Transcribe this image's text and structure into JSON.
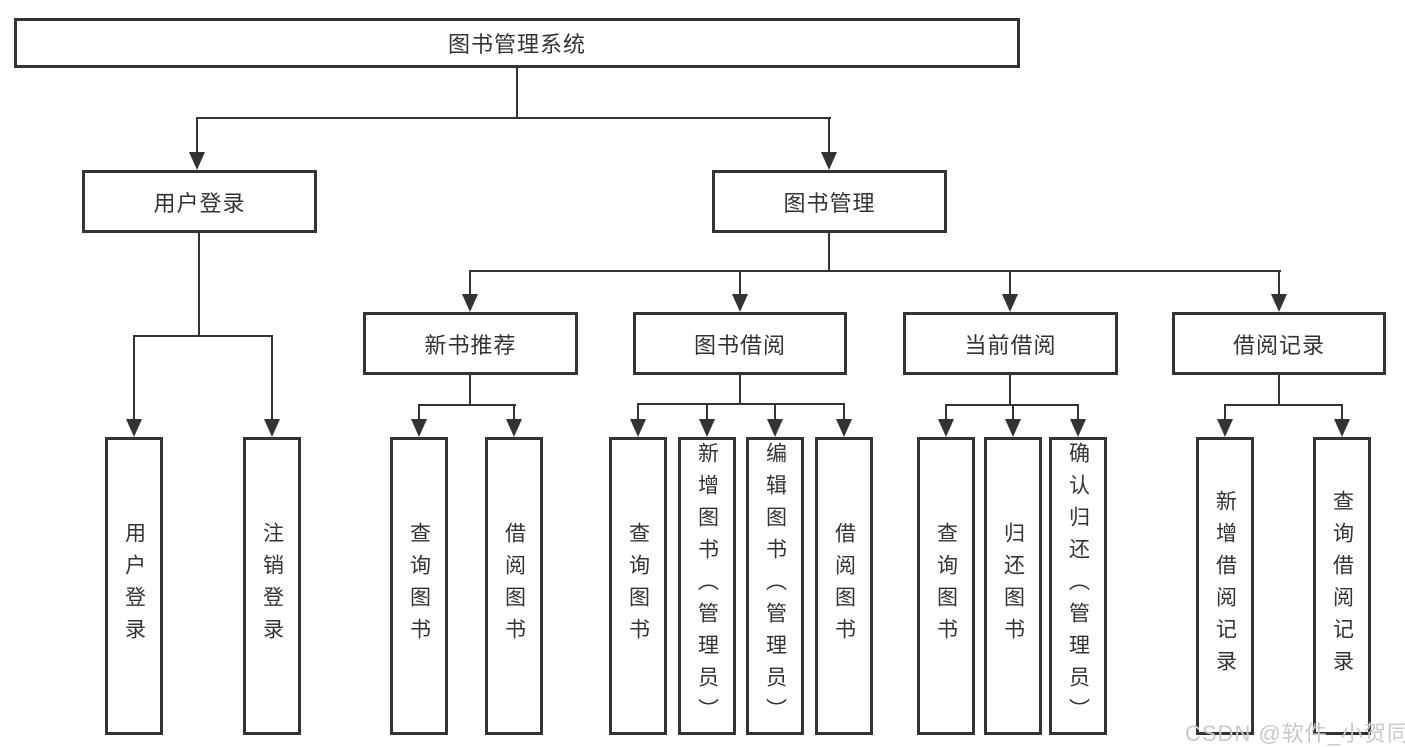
{
  "tree": {
    "label": "图书管理系统",
    "children": [
      {
        "label": "用户登录",
        "children": [
          {
            "label": "用户登录"
          },
          {
            "label": "注销登录"
          }
        ]
      },
      {
        "label": "图书管理",
        "children": [
          {
            "label": "新书推荐",
            "children": [
              {
                "label": "查询图书"
              },
              {
                "label": "借阅图书"
              }
            ]
          },
          {
            "label": "图书借阅",
            "children": [
              {
                "label": "查询图书"
              },
              {
                "label": "新增图书（管理员）"
              },
              {
                "label": "编辑图书（管理员）"
              },
              {
                "label": "借阅图书"
              }
            ]
          },
          {
            "label": "当前借阅",
            "children": [
              {
                "label": "查询图书"
              },
              {
                "label": "归还图书"
              },
              {
                "label": "确认归还（管理员）"
              }
            ]
          },
          {
            "label": "借阅记录",
            "children": [
              {
                "label": "新增借阅记录"
              },
              {
                "label": "查询借阅记录"
              }
            ]
          }
        ]
      }
    ]
  },
  "watermark": "CSDN @软件_小贺同学",
  "colors": {
    "line": "#333333",
    "box_border": "#333333",
    "text": "#333333",
    "background": "#ffffff",
    "watermark_text": "#c9c9c9"
  }
}
